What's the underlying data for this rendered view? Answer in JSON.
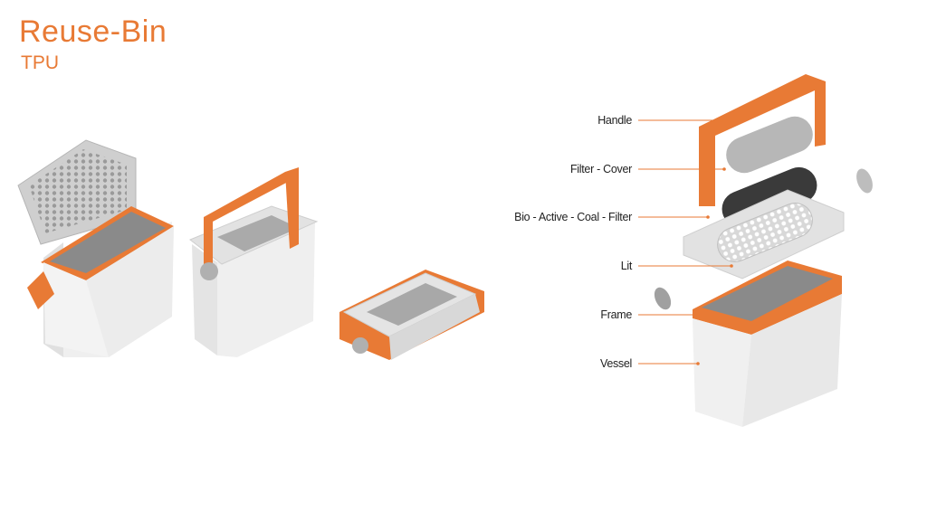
{
  "header": {
    "title": "Reuse-Bin",
    "subtitle": "TPU"
  },
  "colors": {
    "accent": "#e87a35",
    "body": "#e6e6e6",
    "gray": "#a9a9a9",
    "dark": "#3a3a3a"
  },
  "parts": [
    {
      "label": "Handle"
    },
    {
      "label": "Filter - Cover"
    },
    {
      "label": "Bio - Active - Coal - Filter"
    },
    {
      "label": "Lit"
    },
    {
      "label": "Frame"
    },
    {
      "label": "Vessel"
    }
  ]
}
